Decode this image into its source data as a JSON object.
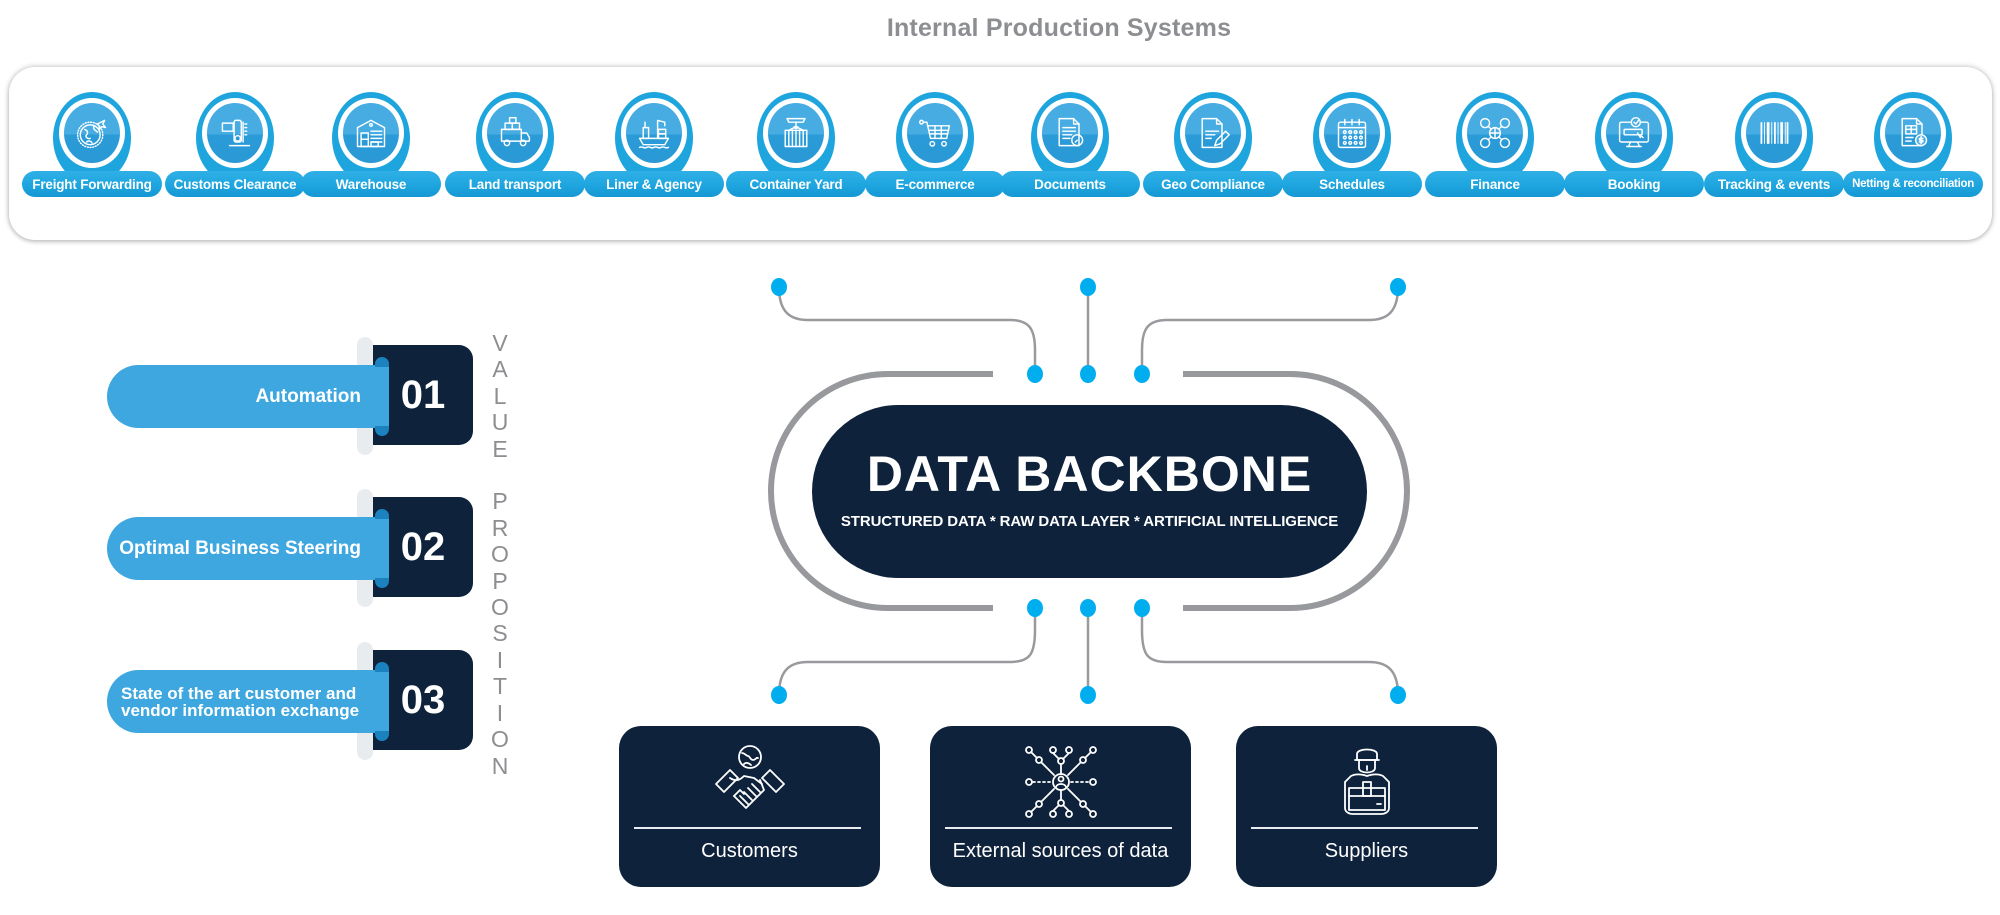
{
  "title": "Internal Production Systems",
  "systems": [
    {
      "label": "Freight Forwarding",
      "icon": "globe-plane-icon"
    },
    {
      "label": "Customs Clearance",
      "icon": "customs-inspection-icon"
    },
    {
      "label": "Warehouse",
      "icon": "warehouse-icon"
    },
    {
      "label": "Land transport",
      "icon": "truck-icon"
    },
    {
      "label": "Liner & Agency",
      "icon": "cargo-ship-icon"
    },
    {
      "label": "Container Yard",
      "icon": "container-crane-icon"
    },
    {
      "label": "E-commerce",
      "icon": "shopping-cart-icon"
    },
    {
      "label": "Documents",
      "icon": "document-search-icon"
    },
    {
      "label": "Geo Compliance",
      "icon": "document-pen-icon"
    },
    {
      "label": "Schedules",
      "icon": "calendar-icon"
    },
    {
      "label": "Finance",
      "icon": "currency-globe-icon"
    },
    {
      "label": "Booking",
      "icon": "monitor-check-icon"
    },
    {
      "label": "Tracking & events",
      "icon": "barcode-icon"
    },
    {
      "label": "Netting & reconciliation",
      "icon": "invoice-dollar-icon"
    }
  ],
  "value_proposition": {
    "heading_line1": "VALUE",
    "heading_line2": "PROPOSITION",
    "items": [
      {
        "number": "01",
        "label": "Automation"
      },
      {
        "number": "02",
        "label": "Optimal Business Steering"
      },
      {
        "number": "03",
        "label": "State of the art customer and vendor information exchange"
      }
    ]
  },
  "backbone": {
    "title": "DATA BACKBONE",
    "subtitle": "STRUCTURED DATA * RAW DATA LAYER * ARTIFICIAL INTELLIGENCE"
  },
  "external": [
    {
      "label": "Customers",
      "icon": "handshake-globe-icon"
    },
    {
      "label": "External sources of data",
      "icon": "network-person-icon"
    },
    {
      "label": "Suppliers",
      "icon": "delivery-person-icon"
    }
  ],
  "colors": {
    "accent_blue": "#1ea5dd",
    "dot_blue": "#00aeef",
    "navy": "#0e223b",
    "gray_text": "#8d8e92",
    "line_gray": "#9a9a9e"
  }
}
